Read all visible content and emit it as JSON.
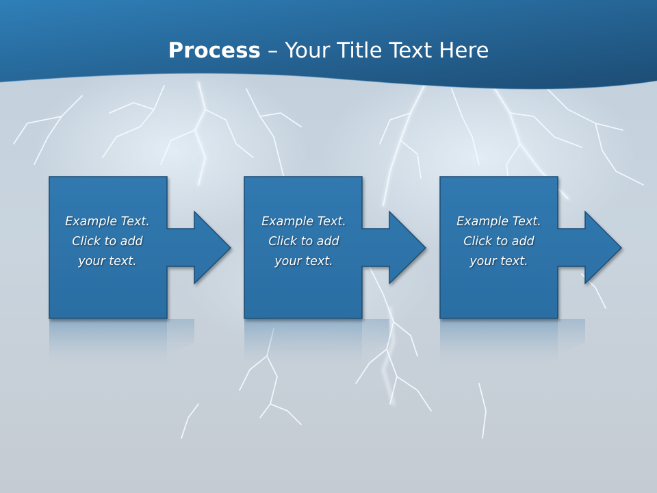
{
  "slide": {
    "title_bold": "Process",
    "title_rest": " – Your Title Text Here"
  },
  "process_steps": [
    {
      "line1": "Example Text.",
      "line2": "Click  to add",
      "line3": "your text."
    },
    {
      "line1": "Example Text.",
      "line2": "Click  to add",
      "line3": "your text."
    },
    {
      "line1": "Example Text.",
      "line2": "Click  to add",
      "line3": "your text."
    }
  ],
  "colors": {
    "header_blue": "#2c6da0",
    "box_fill": "#2e74aa",
    "box_border": "#1f4f76",
    "sky": "#c7d3de"
  }
}
